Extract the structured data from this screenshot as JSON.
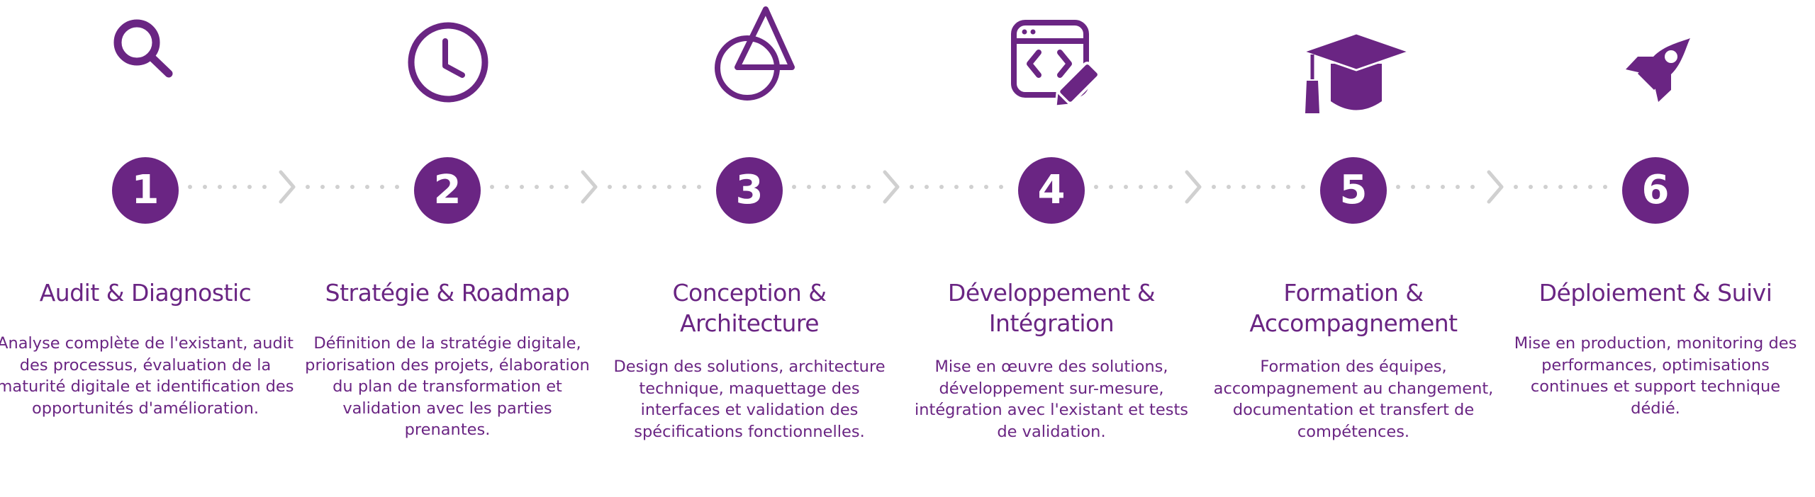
{
  "theme": {
    "primary": "#6a2583",
    "connector": "#d0d0d0"
  },
  "steps": [
    {
      "number": "1",
      "icon": "magnifier-icon",
      "title": "Audit & Diagnostic",
      "description": "Analyse complète de l'existant, audit des processus, évaluation de la maturité digitale et identification des opportunités d'amélioration."
    },
    {
      "number": "2",
      "icon": "clock-icon",
      "title": "Stratégie & Roadmap",
      "description": "Définition de la stratégie digitale, priorisation des projets, élaboration du plan de transformation et validation avec les parties prenantes."
    },
    {
      "number": "3",
      "icon": "shapes-icon",
      "title": "Conception & Architecture",
      "description": "Design des solutions, architecture technique, maquettage des interfaces et validation des spécifications fonctionnelles."
    },
    {
      "number": "4",
      "icon": "code-edit-icon",
      "title": "Développement & Intégration",
      "description": "Mise en œuvre des solutions, développement sur-mesure, intégration avec l'existant et tests de validation."
    },
    {
      "number": "5",
      "icon": "graduation-cap-icon",
      "title": "Formation & Accompagnement",
      "description": "Formation des équipes, accompagnement au changement, documentation et transfert de compétences."
    },
    {
      "number": "6",
      "icon": "rocket-icon",
      "title": "Déploiement & Suivi",
      "description": "Mise en production, monitoring des performances, optimisations continues et support technique dédié."
    }
  ]
}
